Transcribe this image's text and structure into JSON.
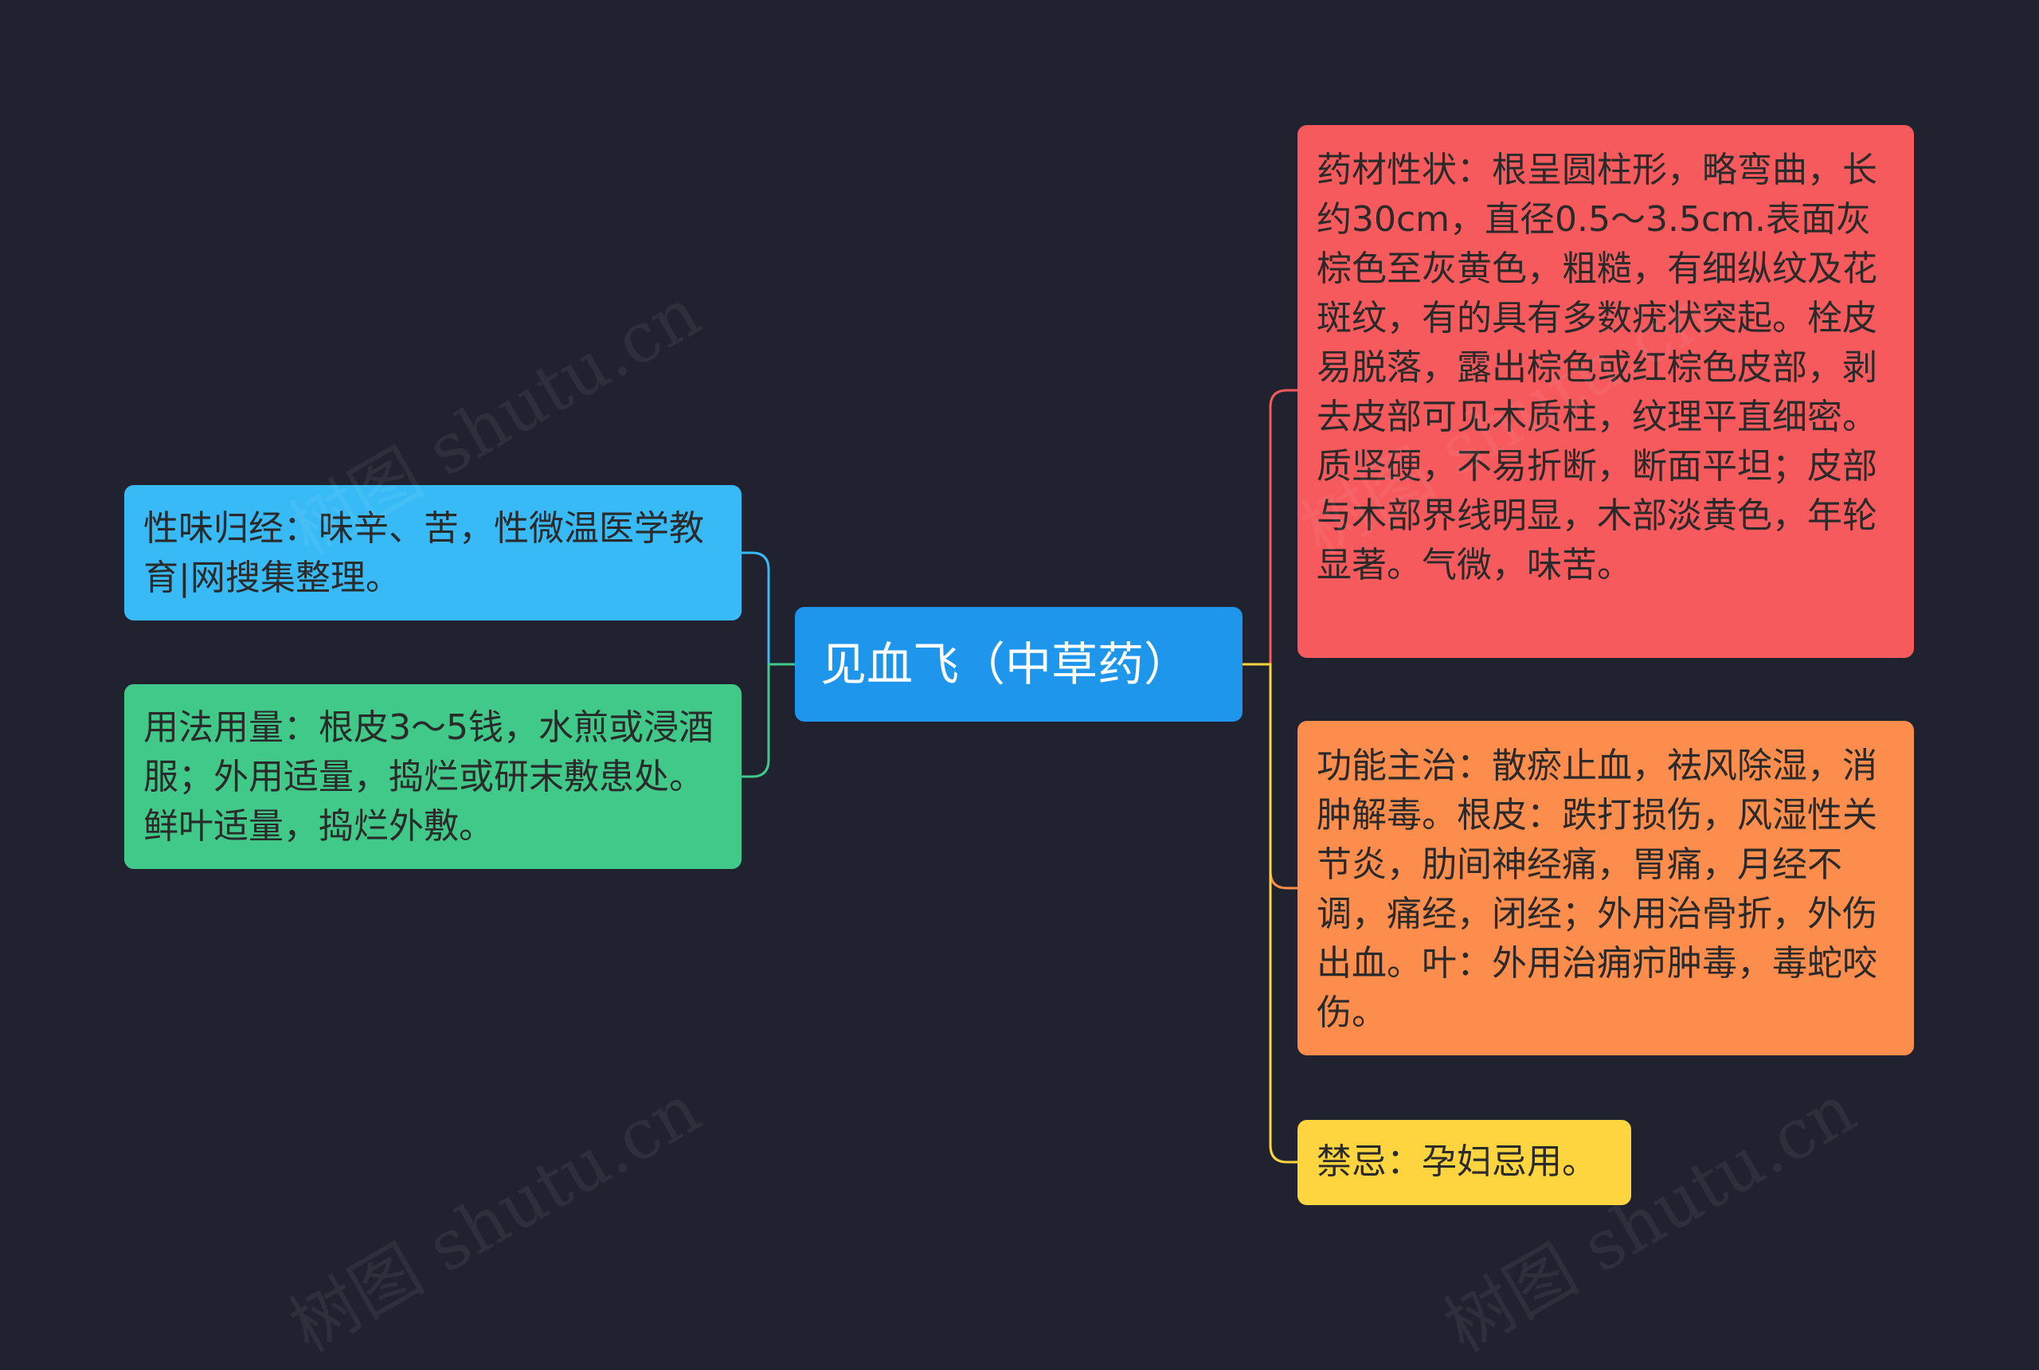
{
  "mindmap": {
    "root": {
      "label": "见血飞（中草药）",
      "color": "#1d96ec"
    },
    "left": [
      {
        "text": "性味归经：味辛、苦，性微温医学教育|网搜集整理。",
        "color": "#38baf7",
        "line_color": "#38baf7"
      },
      {
        "text": "用法用量：根皮3～5钱，水煎或浸酒服；外用适量，捣烂或研末敷患处。鲜叶适量，捣烂外敷。",
        "color": "#40c989",
        "line_color": "#40c989"
      }
    ],
    "right": [
      {
        "text": "药材性状：根呈圆柱形，略弯曲，长约30cm，直径0.5～3.5cm.表面灰棕色至灰黄色，粗糙，有细纵纹及花斑纹，有的具有多数疣状突起。栓皮易脱落，露出棕色或红棕色皮部，剥去皮部可见木质柱，纹理平直细密。质坚硬，不易折断，断面平坦；皮部与木部界线明显，木部淡黄色，年轮显著。气微，味苦。",
        "color": "#f65a5d",
        "line_color": "#f65a5d"
      },
      {
        "text": "功能主治：散瘀止血，祛风除湿，消肿解毒。根皮：跌打损伤，风湿性关节炎，肋间神经痛，胃痛，月经不调，痛经，闭经；外用治骨折，外伤出血。叶：外用治痈疖肿毒，毒蛇咬伤。",
        "color": "#fd8d4c",
        "line_color": "#fd8d4c"
      },
      {
        "text": "禁忌：孕妇忌用。",
        "color": "#fed53f",
        "line_color": "#fed53f"
      }
    ]
  },
  "watermark": {
    "text": "树图 shutu.cn"
  }
}
